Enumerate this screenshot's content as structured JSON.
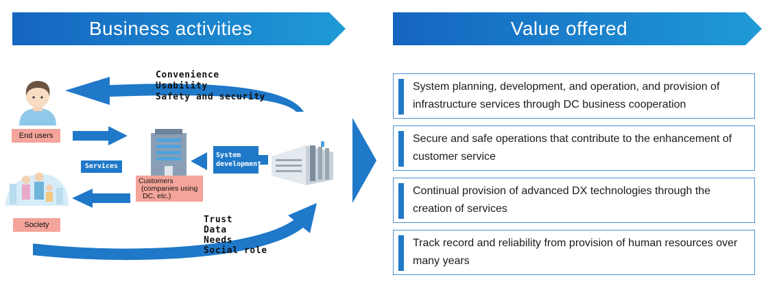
{
  "headers": {
    "business": "Business activities",
    "value": "Value offered"
  },
  "flow_top": {
    "line1": "Convenience",
    "line2": "Usability",
    "line3": "Safety and security"
  },
  "flow_bottom": {
    "line1": "Trust",
    "line2": "Data",
    "line3": "Needs",
    "line4": "Social role"
  },
  "labels": {
    "end_users": "End users",
    "society": "Society",
    "services": "Services",
    "system_line1": "System",
    "system_line2": "development",
    "customers_line1": "Customers",
    "customers_line2": "(companies using",
    "customers_line3": "DC, etc.)"
  },
  "values": [
    {
      "text": "System planning, development, and operation, and provision of infrastructure services through DC business cooperation"
    },
    {
      "text": "Secure and safe operations that contribute to the enhancement of customer service"
    },
    {
      "text": "Continual provision of advanced DX technologies through the creation of services"
    },
    {
      "text": "Track record and reliability from provision of human resources over many years"
    }
  ],
  "colors": {
    "primary_blue": "#1f78c8",
    "pink": "#f4a49a",
    "box_border": "#4a90cf"
  }
}
